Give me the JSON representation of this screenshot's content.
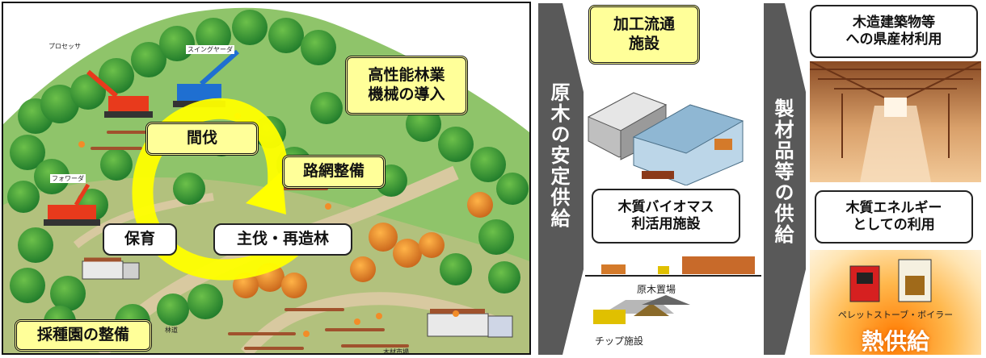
{
  "forest": {
    "machine_processor": "プロセッサ",
    "machine_swing_yarder": "スイングヤーダ",
    "machine_forwarder": "フォワーダ",
    "label_forest_road": "林道",
    "label_timber_market": "木材市場",
    "box_high_performance": "高性能林業\n機械の導入",
    "box_thinning": "間伐",
    "box_road_network": "路網整備",
    "box_nurturing": "保育",
    "box_main_harvest": "主伐・再造林",
    "box_seed_orchard": "採種園の整備"
  },
  "arrow1": {
    "text": "原木の安定供給"
  },
  "processing": {
    "box_processing": "加工流通\n施設",
    "box_biomass": "木質バイオマス\n利活用施設",
    "label_log_yard": "原木置場",
    "label_chip_facility": "チップ施設"
  },
  "arrow2": {
    "text": "製材品等の供給"
  },
  "usage": {
    "box_building": "木造建築物等\nへの県産材利用",
    "box_energy": "木質エネルギー\nとしての利用",
    "label_pellet": "ペレットストーブ・ボイラー",
    "label_heat_supply": "熱供給"
  }
}
